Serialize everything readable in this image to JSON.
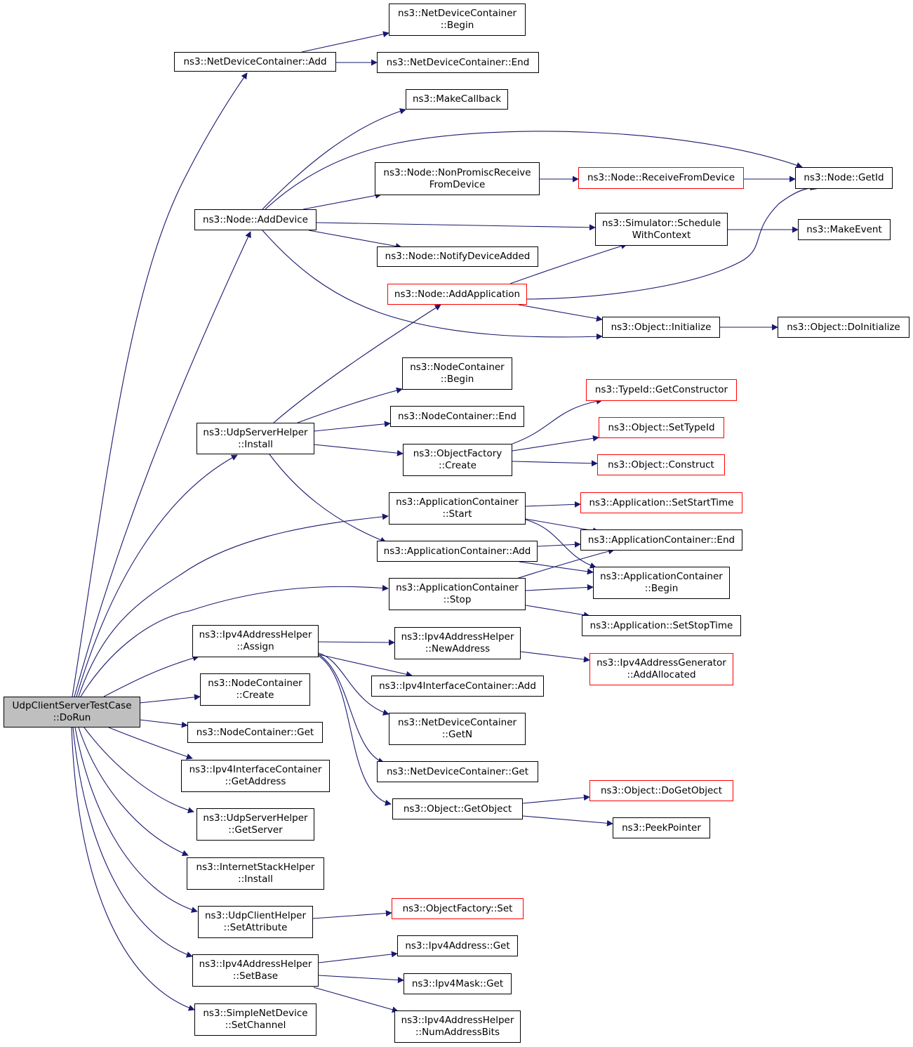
{
  "colors": {
    "edge": "#191970",
    "border": "#000000",
    "external_border": "#ff0000",
    "root_fill": "#bfbfbf"
  },
  "nodes": {
    "root": "UdpClientServerTestCase\n::DoRun",
    "ndc_add": "ns3::NetDeviceContainer::Add",
    "ndc_begin": "ns3::NetDeviceContainer\n::Begin",
    "ndc_end": "ns3::NetDeviceContainer::End",
    "make_callback": "ns3::MakeCallback",
    "node_adddevice": "ns3::Node::AddDevice",
    "node_nonpromisc": "ns3::Node::NonPromiscReceive\nFromDevice",
    "node_receivefromdevice": "ns3::Node::ReceiveFromDevice",
    "node_getid": "ns3::Node::GetId",
    "sim_schedulewithcontext": "ns3::Simulator::Schedule\nWithContext",
    "make_event": "ns3::MakeEvent",
    "node_notifydeviceadded": "ns3::Node::NotifyDeviceAdded",
    "node_addapplication": "ns3::Node::AddApplication",
    "object_initialize": "ns3::Object::Initialize",
    "object_doinitialize": "ns3::Object::DoInitialize",
    "nc_begin": "ns3::NodeContainer\n::Begin",
    "udpserverhelper_install": "ns3::UdpServerHelper\n::Install",
    "nc_end": "ns3::NodeContainer::End",
    "typeid_getconstructor": "ns3::TypeId::GetConstructor",
    "object_settypeid": "ns3::Object::SetTypeId",
    "objectfactory_create": "ns3::ObjectFactory\n::Create",
    "object_construct": "ns3::Object::Construct",
    "appc_start": "ns3::ApplicationContainer\n::Start",
    "app_setstarttime": "ns3::Application::SetStartTime",
    "appc_add": "ns3::ApplicationContainer::Add",
    "appc_end": "ns3::ApplicationContainer::End",
    "appc_begin": "ns3::ApplicationContainer\n::Begin",
    "appc_stop": "ns3::ApplicationContainer\n::Stop",
    "app_setstoptime": "ns3::Application::SetStopTime",
    "ipv4addrhelper_assign": "ns3::Ipv4AddressHelper\n::Assign",
    "ipv4addrhelper_newaddress": "ns3::Ipv4AddressHelper\n::NewAddress",
    "ipv4addrgen_addallocated": "ns3::Ipv4AddressGenerator\n::AddAllocated",
    "ipv4ifc_add": "ns3::Ipv4InterfaceContainer::Add",
    "nc_create": "ns3::NodeContainer\n::Create",
    "nc_get": "ns3::NodeContainer::Get",
    "ndc_getn": "ns3::NetDeviceContainer\n::GetN",
    "ipv4ifc_getaddress": "ns3::Ipv4InterfaceContainer\n::GetAddress",
    "ndc_get": "ns3::NetDeviceContainer::Get",
    "object_getobject": "ns3::Object::GetObject",
    "object_dogetobject": "ns3::Object::DoGetObject",
    "udpserverhelper_getserver": "ns3::UdpServerHelper\n::GetServer",
    "peek_pointer": "ns3::PeekPointer",
    "internetstackhelper_install": "ns3::InternetStackHelper\n::Install",
    "udpclienthelper_setattribute": "ns3::UdpClientHelper\n::SetAttribute",
    "objectfactory_set": "ns3::ObjectFactory::Set",
    "ipv4addrhelper_setbase": "ns3::Ipv4AddressHelper\n::SetBase",
    "ipv4address_get": "ns3::Ipv4Address::Get",
    "ipv4mask_get": "ns3::Ipv4Mask::Get",
    "ipv4addrhelper_numaddressbits": "ns3::Ipv4AddressHelper\n::NumAddressBits",
    "simplenetdevice_setchannel": "ns3::SimpleNetDevice\n::SetChannel"
  }
}
